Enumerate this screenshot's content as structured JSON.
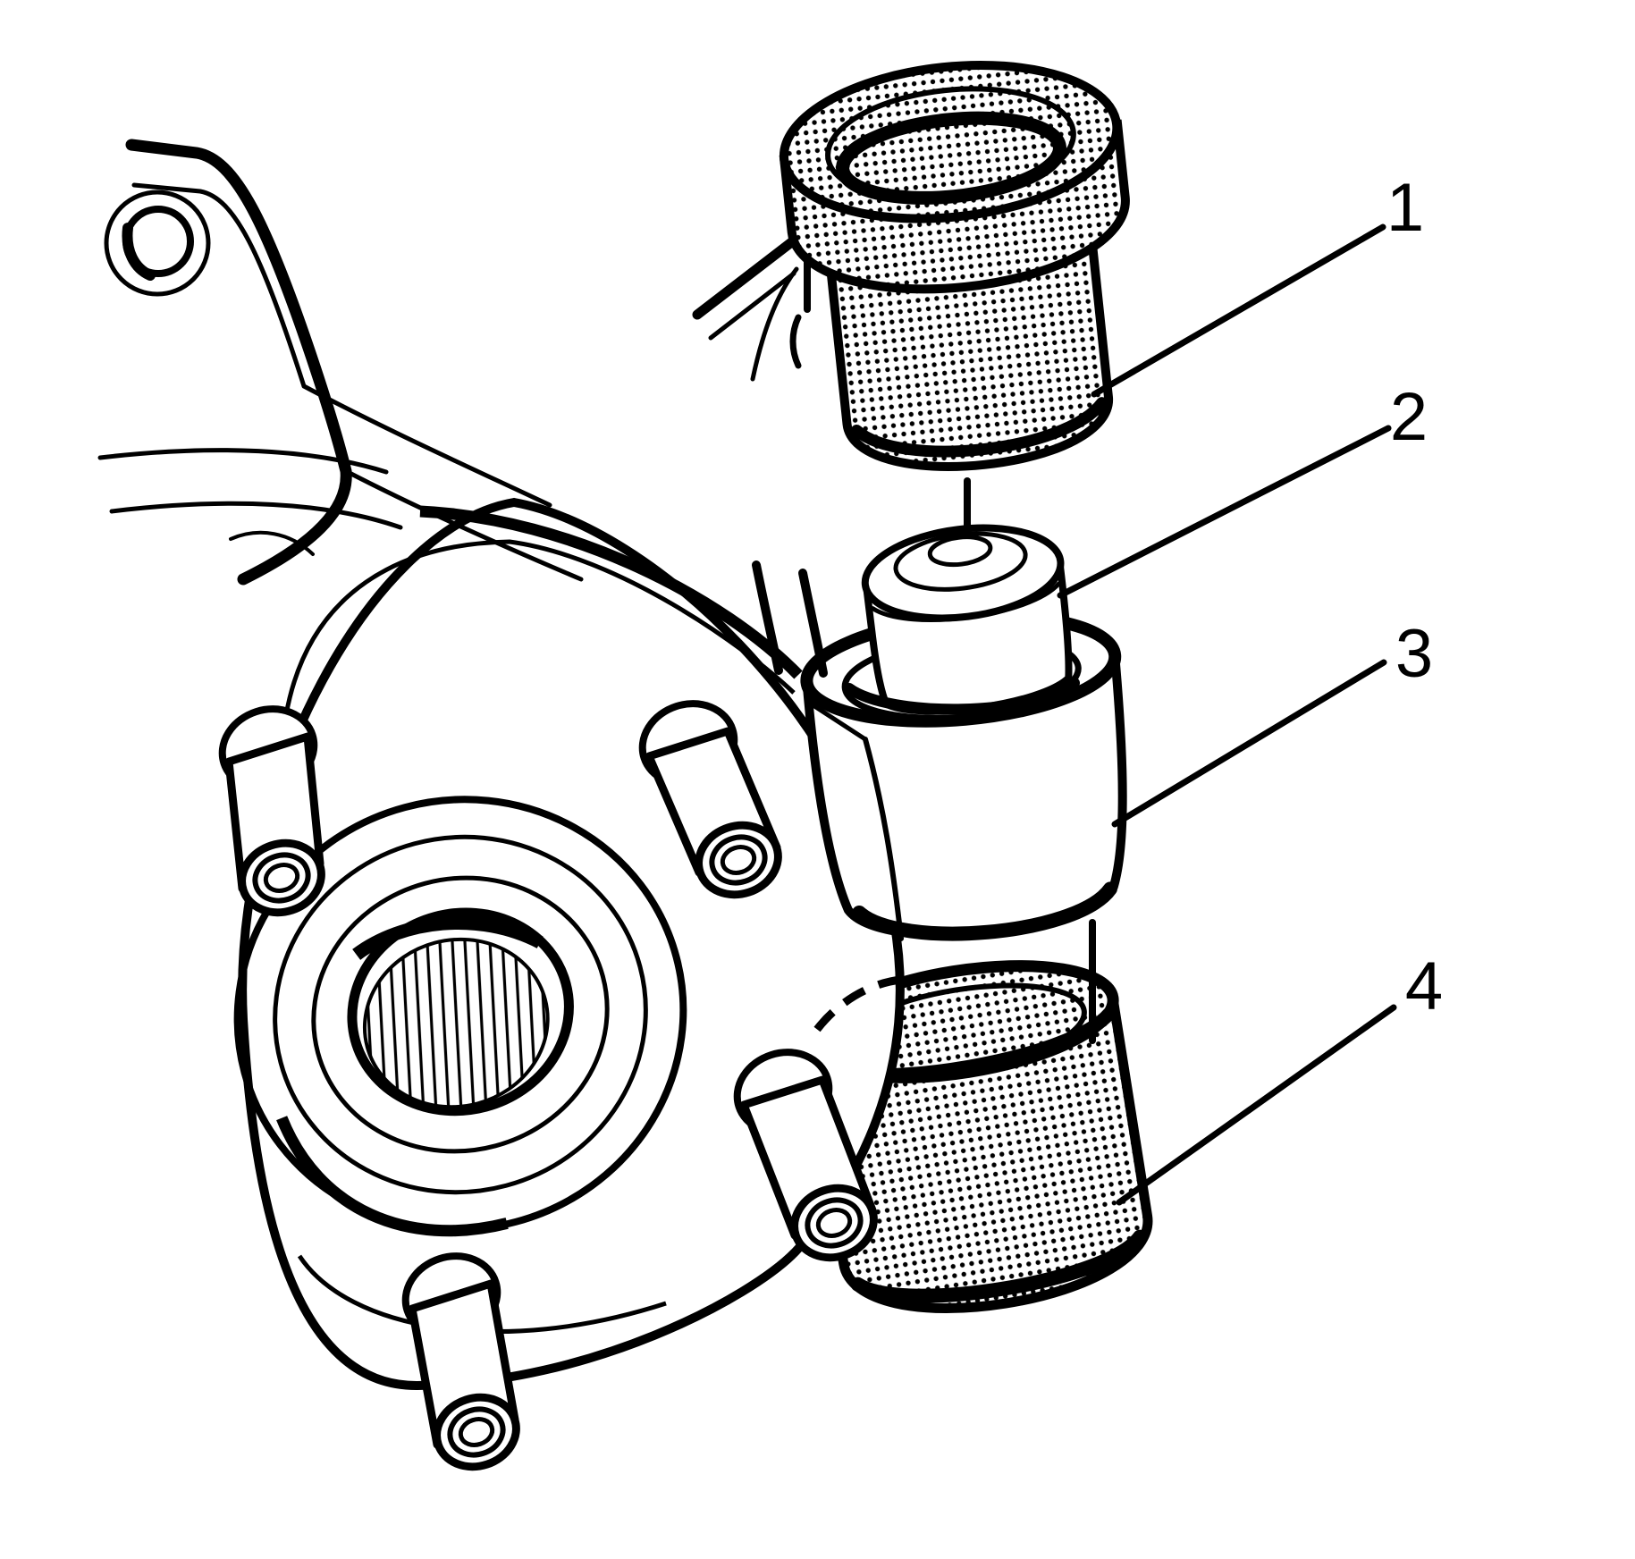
{
  "figure": {
    "kind": "exploded-parts-line-drawing",
    "background_color": "#ffffff",
    "line_color": "#000000",
    "callouts": [
      {
        "label": "1",
        "part": "installer-cup-tool"
      },
      {
        "label": "2",
        "part": "bushing"
      },
      {
        "label": "3",
        "part": "knuckle-bushing-boss"
      },
      {
        "label": "4",
        "part": "receiver-cup-tool"
      }
    ]
  }
}
